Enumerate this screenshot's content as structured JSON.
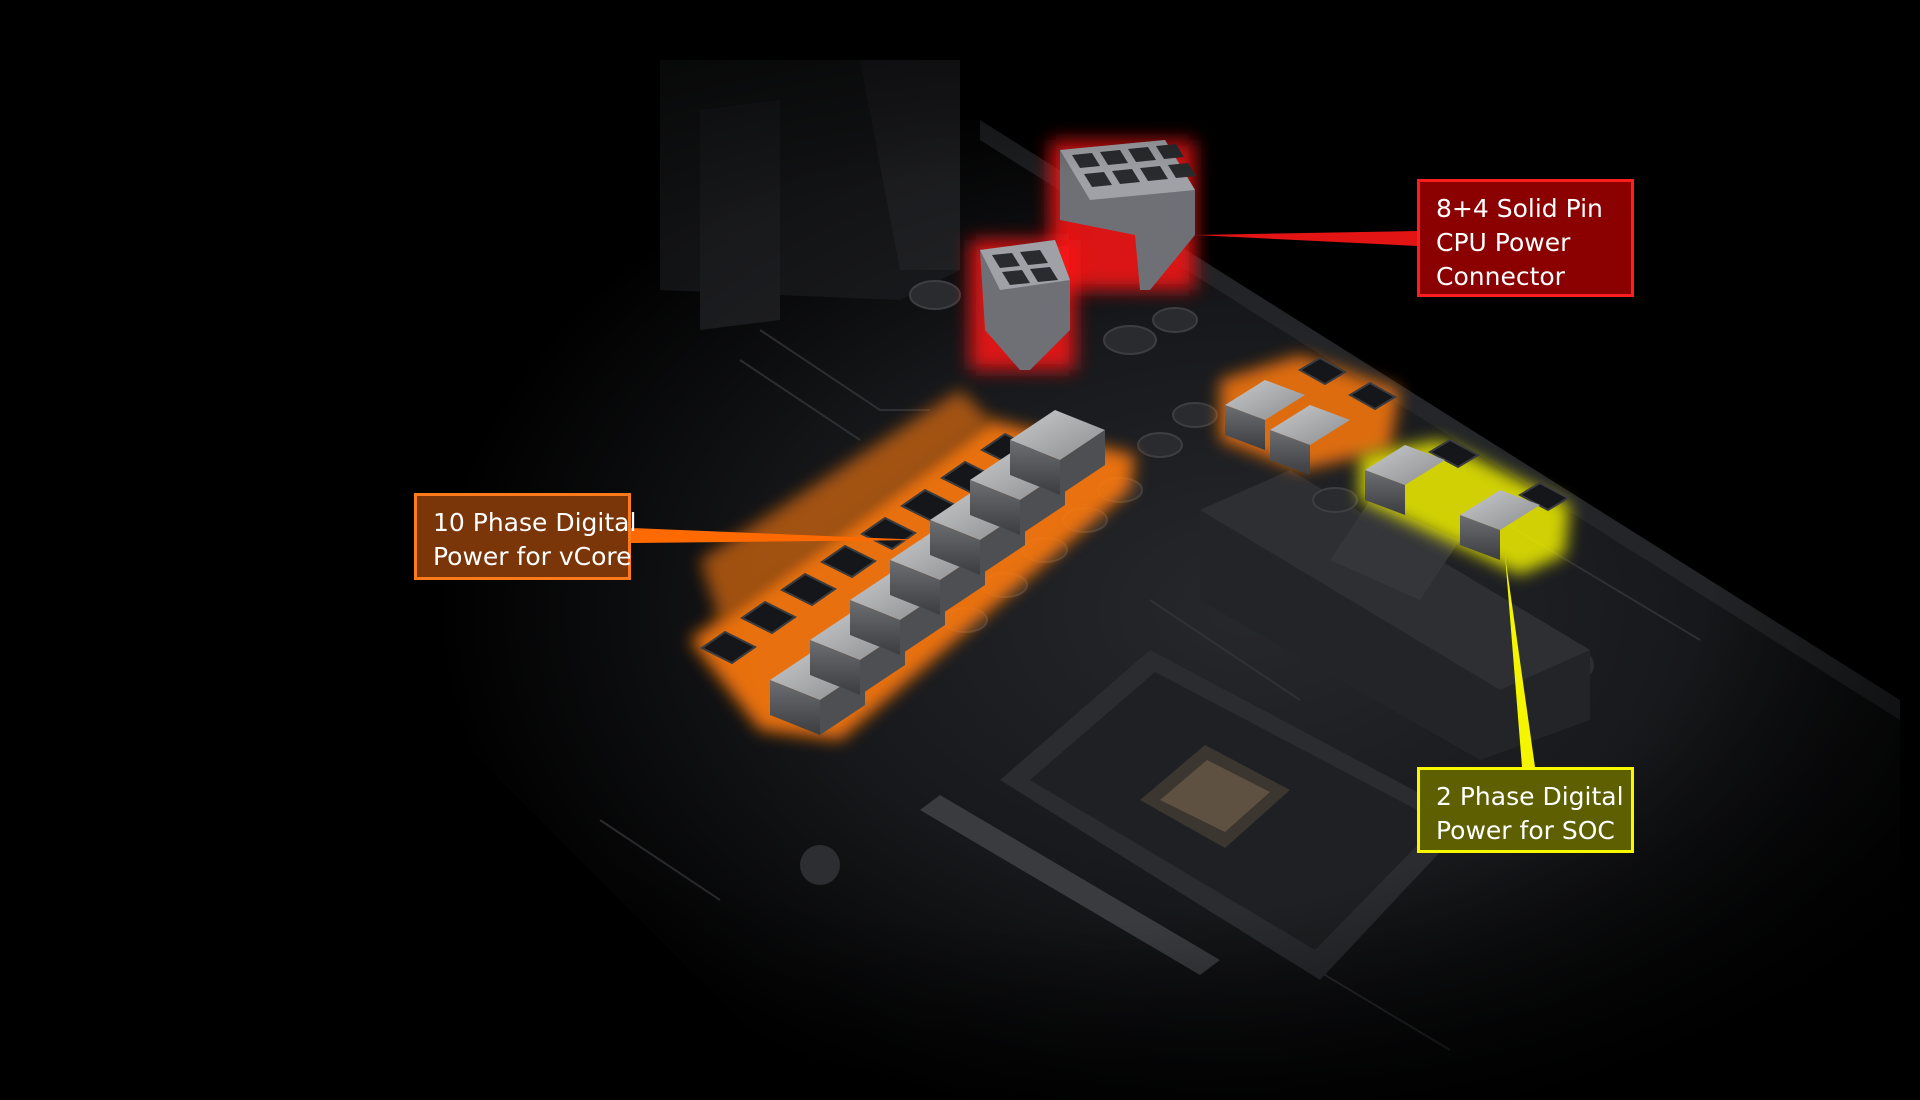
{
  "callouts": {
    "cpu_power": {
      "lines": [
        "8+4 Solid Pin",
        "CPU Power",
        "Connector"
      ],
      "fill": "#8b0000",
      "border": "#ff1e1e",
      "glow": "#ff1010"
    },
    "vcore": {
      "lines": [
        "10 Phase Digital",
        "Power for vCore"
      ],
      "fill": "#7a3608",
      "border": "#ff7a1a",
      "glow": "#ff7a10"
    },
    "soc": {
      "lines": [
        "2 Phase Digital",
        "Power for SOC"
      ],
      "fill": "#5e5f00",
      "border": "#f7f700",
      "glow": "#f0f000"
    }
  },
  "scene": {
    "subject": "motherboard-power-delivery",
    "background": "#000000",
    "board_color": "#1d1e21",
    "component_silver": "#a8a9ab"
  }
}
